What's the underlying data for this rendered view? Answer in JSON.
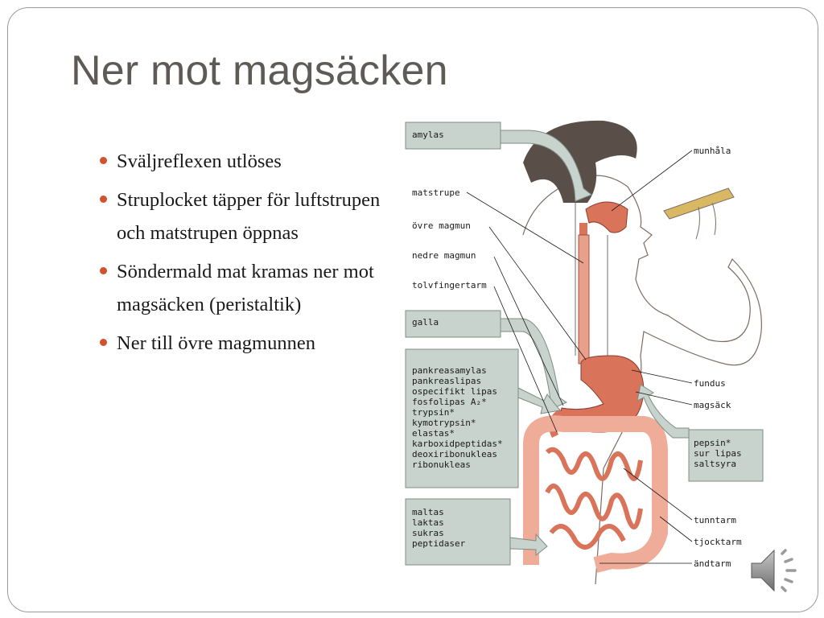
{
  "slide": {
    "title": "Ner mot magsäcken",
    "bullets": [
      "Sväljreflexen utlöses",
      "Struplocket täpper för luftstrupen och matstrupen öppnas",
      "Söndermald mat kramas ner mot magsäcken (peristaltik)",
      "Ner till övre magmunnen"
    ]
  },
  "figure": {
    "enzyme_boxes": {
      "mouth": [
        "amylas"
      ],
      "bile": [
        "galla"
      ],
      "pancreas": [
        "pankreasamylas",
        "pankreaslipas",
        "ospecifikt lipas",
        "fosfolipas A₂*",
        "trypsin*",
        "kymotrypsin*",
        "elastas*",
        "karboxidpeptidas*",
        "deoxiribonukleas",
        "ribonukleas"
      ],
      "intestine": [
        "maltas",
        "laktas",
        "sukras",
        "peptidaser"
      ],
      "stomach": [
        "pepsin*",
        "sur lipas",
        "saltsyra"
      ]
    },
    "left_labels": [
      "matstrupe",
      "övre magmun",
      "nedre magmun",
      "tolvfingertarm"
    ],
    "right_labels": [
      "munhåla",
      "fundus",
      "magsäck",
      "tunntarm",
      "tjocktarm",
      "ändtarm"
    ]
  },
  "colors": {
    "bullet": "#d4512f",
    "title": "#5e5a57",
    "box_fill": "#c8d3cd",
    "organ": "#d9735a"
  },
  "icons": {
    "audio": "speaker-icon"
  }
}
